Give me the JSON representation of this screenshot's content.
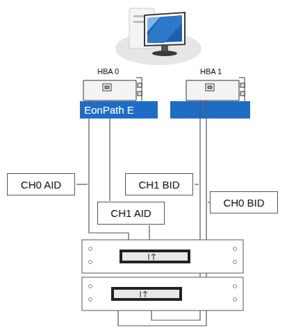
{
  "diagram": {
    "nodes": [
      {
        "text": [
          "EonPath E"
        ]
      },
      {
        "text": [
          "CH0 AID"
        ]
      },
      {
        "text": [
          "CH1 BID"
        ]
      },
      {
        "text": [
          "CH1 AID"
        ]
      },
      {
        "text": [
          "CH0 BID"
        ]
      }
    ],
    "labels": [
      "HBA 0",
      "HBA 1"
    ]
  }
}
